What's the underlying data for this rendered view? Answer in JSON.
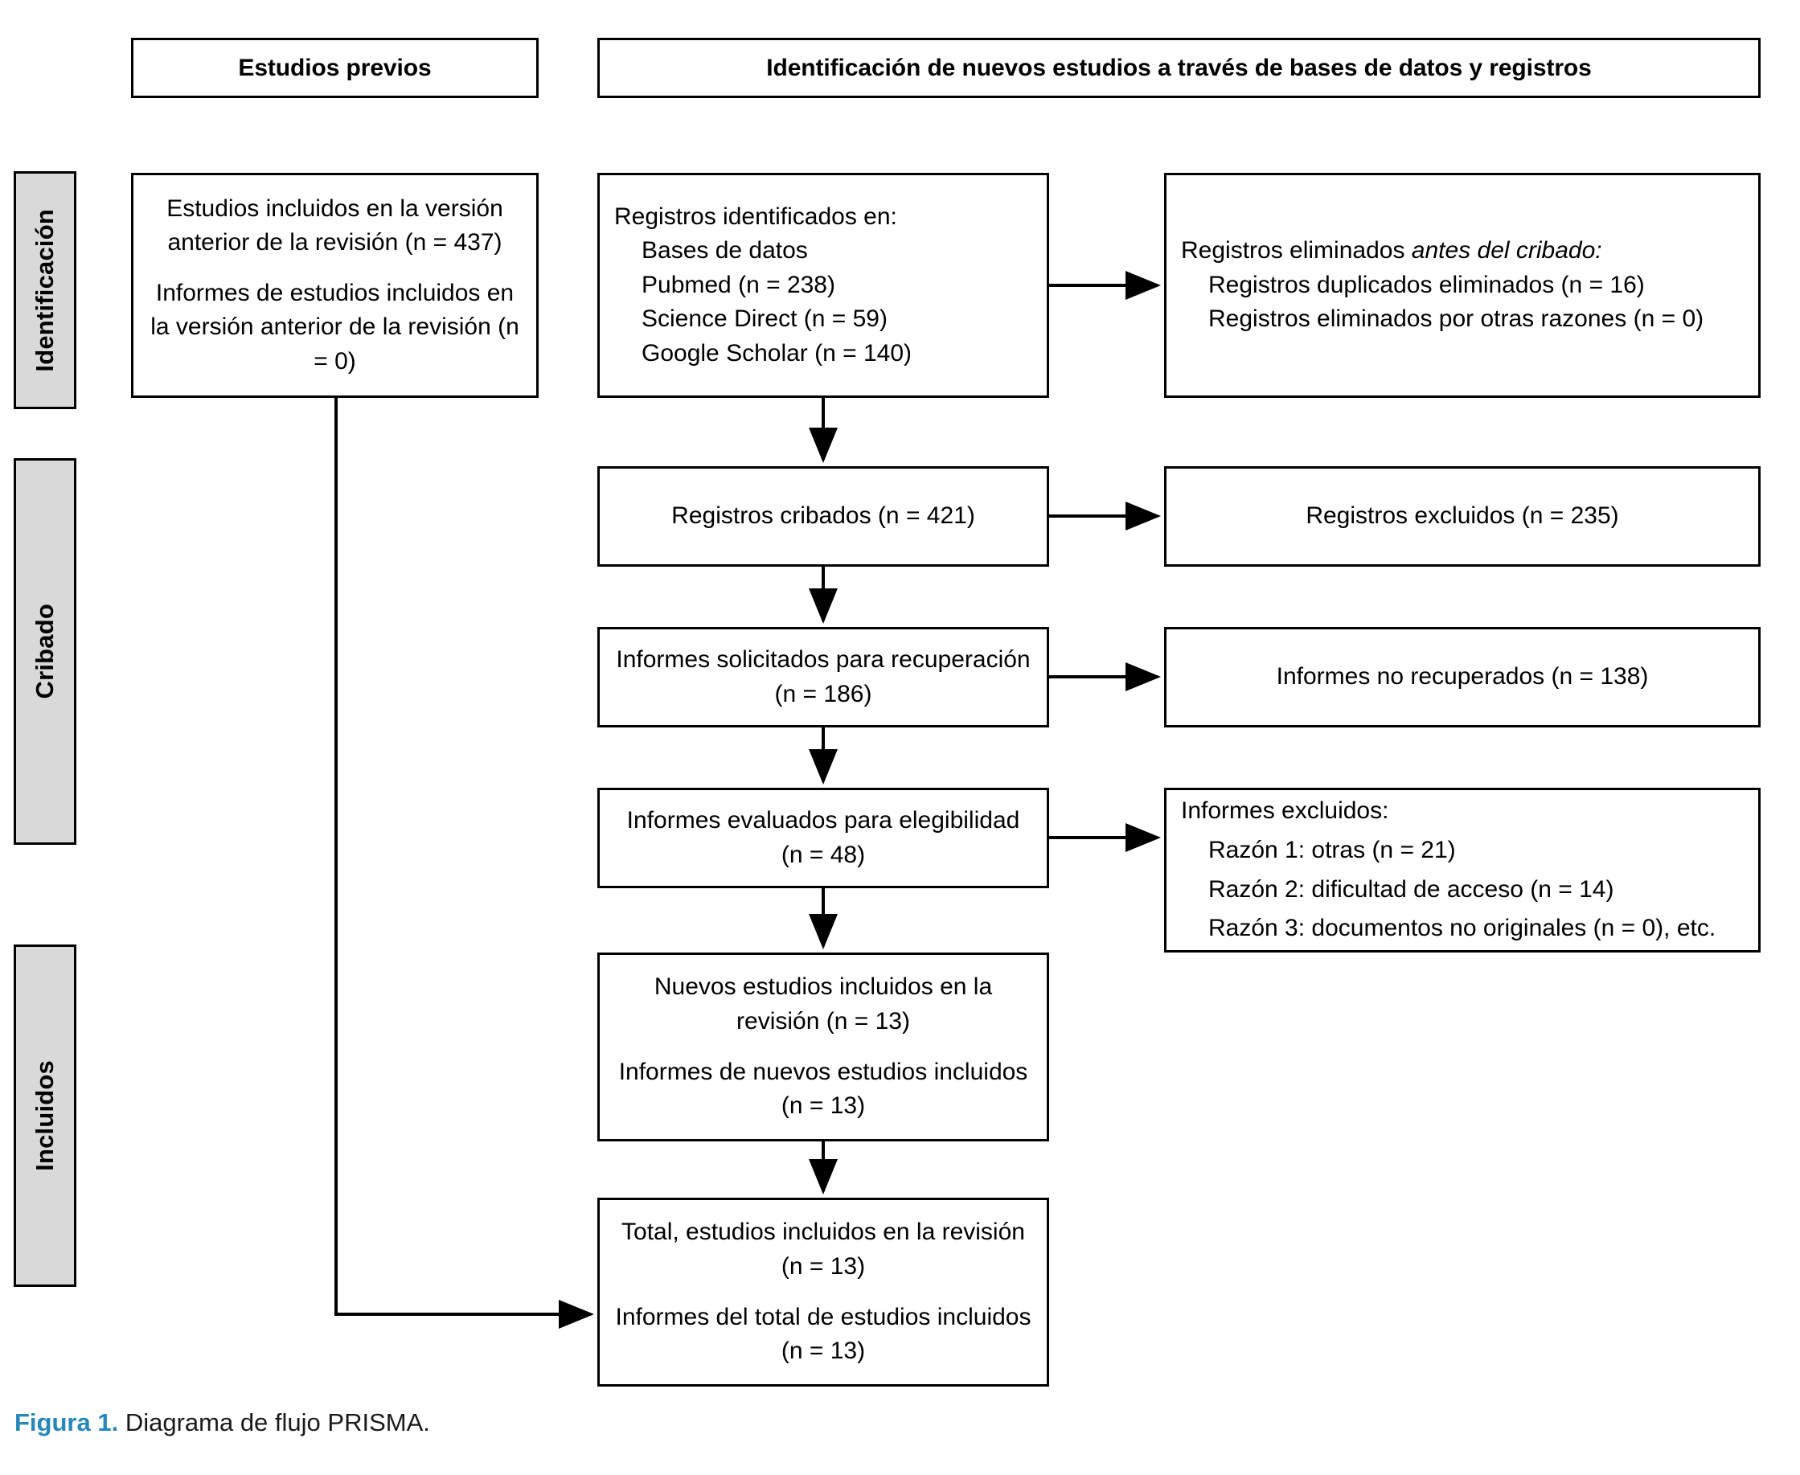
{
  "figure": {
    "number_label": "Figura 1.",
    "caption": " Diagrama de flujo PRISMA.",
    "accent_color": "#2787bd"
  },
  "banners": {
    "previous_studies": "Estudios previos",
    "new_identification": "Identificación de nuevos estudios a través de bases de datos y registros"
  },
  "stages": [
    {
      "label": "Identificación"
    },
    {
      "label": "Cribado"
    },
    {
      "label": "Incluidos"
    }
  ],
  "boxes": {
    "previous_included": {
      "line1": "Estudios incluidos en la versión anterior de la revisión (n = 437)",
      "line2": "Informes de estudios incluidos en la versión anterior de la revisión (n = 0)"
    },
    "records_identified": {
      "header": "Registros identificados en:",
      "items": [
        "Bases de datos",
        "Pubmed (n = 238)",
        "Science Direct (n = 59)",
        "Google Scholar (n = 140)"
      ]
    },
    "records_removed": {
      "header_normal": "Registros eliminados ",
      "header_italic": "antes del cribado:",
      "items": [
        "Registros duplicados eliminados (n = 16)",
        "Registros eliminados por otras razones (n = 0)"
      ]
    },
    "records_screened": {
      "text": "Registros cribados (n = 421)"
    },
    "records_excluded": {
      "text": "Registros excluidos (n = 235)"
    },
    "reports_sought": {
      "text": "Informes solicitados para recuperación (n = 186)"
    },
    "reports_not_retrieved": {
      "text": "Informes no recuperados (n = 138)"
    },
    "reports_assessed": {
      "text": "Informes evaluados para elegibilidad (n = 48)"
    },
    "reports_excluded": {
      "header": "Informes excluidos:",
      "items": [
        "Razón 1: otras (n = 21)",
        "Razón 2: dificultad de acceso (n = 14)",
        "Razón 3: documentos no originales (n = 0), etc."
      ]
    },
    "new_studies_included": {
      "line1": "Nuevos estudios incluidos en la revisión (n = 13)",
      "line2": "Informes de nuevos estudios incluidos (n = 13)"
    },
    "total_included": {
      "line1": "Total, estudios incluidos en la revisión (n = 13)",
      "line2": "Informes del total de estudios incluidos (n = 13)"
    }
  }
}
